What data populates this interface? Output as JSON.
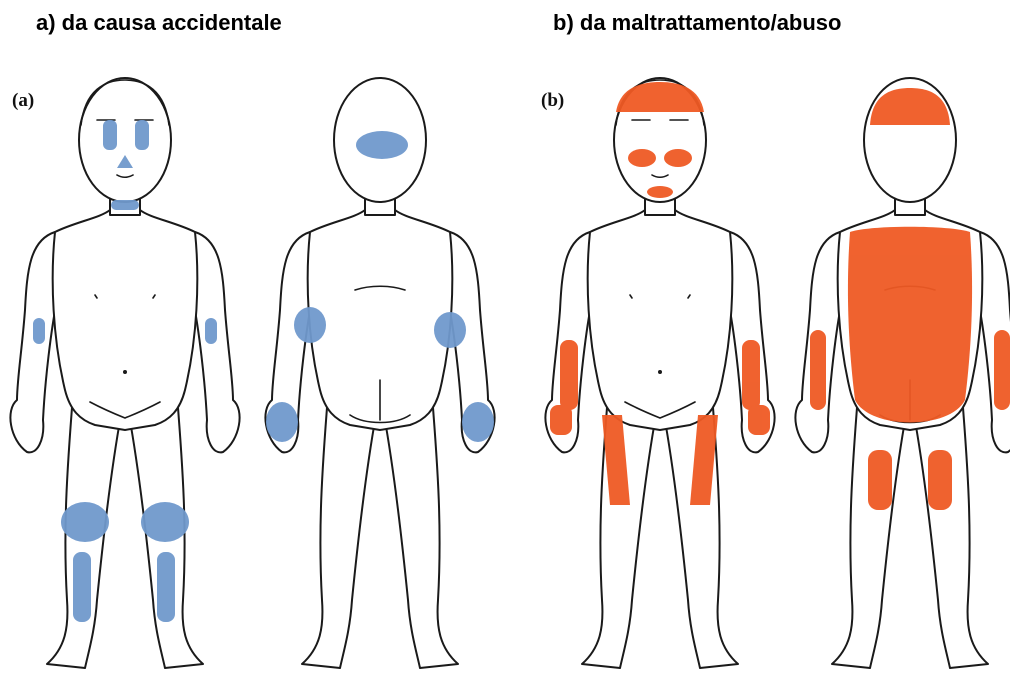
{
  "headings": {
    "accidental": "a) da causa accidentale",
    "abuse": "b) da maltrattamento/abuso"
  },
  "panels": {
    "a_label": "(a)",
    "b_label": "(b)"
  },
  "colors": {
    "accidental": "#7099cc",
    "abuse": "#ef5a24"
  }
}
